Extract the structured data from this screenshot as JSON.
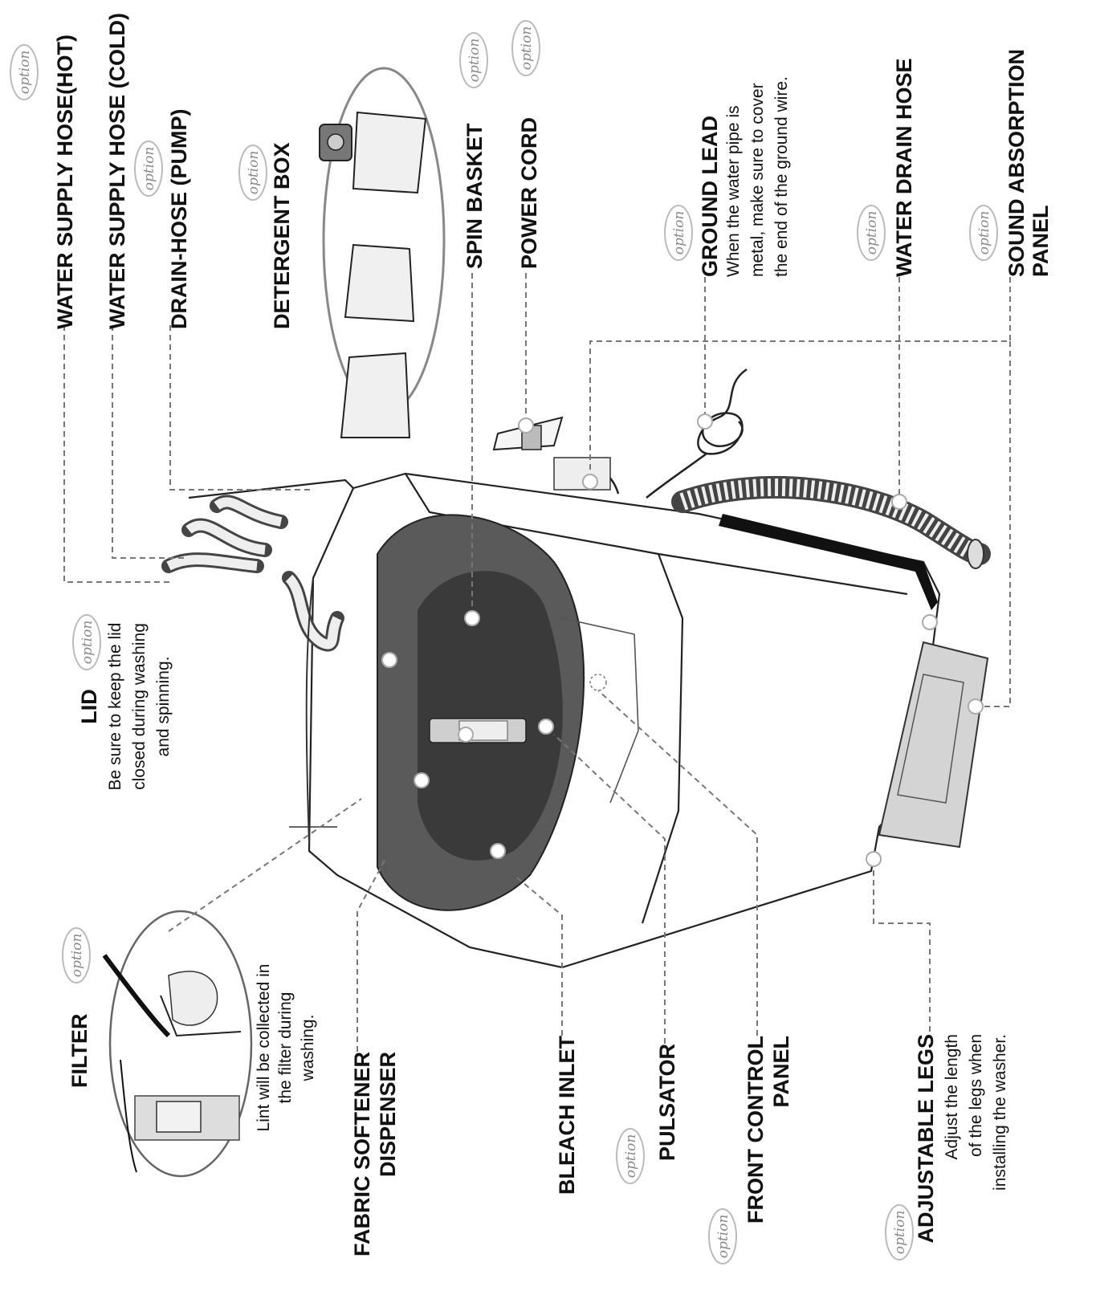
{
  "option_badge": "option",
  "labels": {
    "water_supply_hot": "WATER SUPPLY HOSE(HOT)",
    "water_supply_cold": "WATER SUPPLY HOSE (COLD)",
    "drain_hose_pump": "DRAIN-HOSE (PUMP)",
    "detergent_box": "DETERGENT BOX",
    "spin_basket": "SPIN BASKET",
    "power_cord": "POWER CORD",
    "ground_lead": "GROUND LEAD",
    "ground_lead_desc": [
      "When the water pipe is",
      "metal, make sure to cover",
      "the end of the ground wire."
    ],
    "water_drain_hose": "WATER DRAIN HOSE",
    "sound_absorption": [
      "SOUND ABSORPTION",
      "PANEL"
    ],
    "lid": "LID",
    "lid_desc": [
      "Be sure to keep the lid",
      "closed during washing",
      "and spinning."
    ],
    "filter": "FILTER",
    "filter_desc": [
      "Lint will be collected in",
      "the filter during",
      "washing."
    ],
    "fabric_softener": [
      "FABRIC SOFTENER",
      "DISPENSER"
    ],
    "bleach_inlet": "BLEACH INLET",
    "pulsator": "PULSATOR",
    "front_control": [
      "FRONT CONTROL",
      "PANEL"
    ],
    "adjustable_legs": "ADJUSTABLE LEGS",
    "adjustable_legs_desc": [
      "Adjust the length",
      "of the legs when",
      "installing the washer."
    ]
  },
  "colors": {
    "line": "#777777",
    "text": "#111111",
    "badge": "#888888",
    "tub": "#555555",
    "basket": "#3a3a3a"
  }
}
